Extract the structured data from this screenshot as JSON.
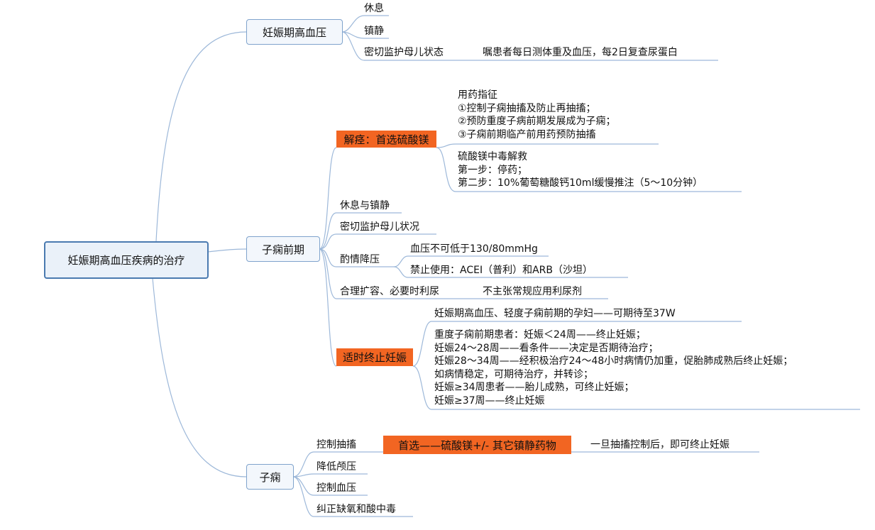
{
  "root": "妊娠期高血压疾病的治疗",
  "b1": {
    "label": "妊娠期高血压",
    "items": [
      "休息",
      "镇静",
      "密切监护母儿状态"
    ],
    "note": "嘱患者每日测体重及血压，每2日复查尿蛋白"
  },
  "b2": {
    "label": "子痫前期",
    "jiejing": {
      "label": "解痉：首选硫酸镁",
      "ind": [
        "用药指征",
        "①控制子痫抽搐及防止再抽搐；",
        "②预防重度子病前期发展成为子痫；",
        "③子痫前期临产前用药预防抽搐"
      ],
      "rescue": [
        "硫酸镁中毒解救",
        "第一步：停药；",
        "第二步：10%葡萄糖酸钙10ml缓慢推注（5～10分钟）"
      ]
    },
    "rest": "休息与镇静",
    "monitor": "密切监护母儿状况",
    "bp": {
      "label": "酌情降压",
      "items": [
        "血压不可低于130/80mmHg",
        "禁止使用：ACEI（普利）和ARB（沙坦）"
      ]
    },
    "diuresis": {
      "label": "合理扩容、必要时利尿",
      "note": "不主张常规应用利尿剂"
    },
    "term": {
      "label": "适时终止妊娠",
      "first": "妊娠期高血压、轻度子痫前期的孕妇——可期待至37W",
      "lines": [
        "重度子痫前期患者：妊娠＜24周——终止妊娠；",
        "妊娠24～28周——看条件——决定是否期待治疗；",
        "妊娠28～34周——经积极治疗24～48小时病情仍加重，促胎肺成熟后终止妊娠；",
        "如病情稳定，可期待治疗，并转诊；",
        "妊娠≥34周患者——胎儿成熟，可终止妊娠；",
        "妊娠≥37周——终止妊娠"
      ]
    }
  },
  "b3": {
    "label": "子痫",
    "spasm": "控制抽搐",
    "drug": "首选——硫酸镁+/- 其它镇静药物",
    "after": "一旦抽搐控制后，即可终止妊娠",
    "items": [
      "降低颅压",
      "控制血压",
      "纠正缺氧和酸中毒"
    ]
  },
  "colors": {
    "line": "#9db8d9",
    "orange": "#f26522"
  }
}
